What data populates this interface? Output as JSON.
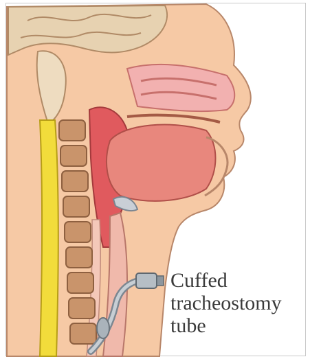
{
  "label": {
    "lines": [
      "Cuffed",
      "tracheostomy",
      "tube"
    ]
  },
  "colors": {
    "skin": "#f6c9a5",
    "tissue": "#e89a94",
    "tongue": "#e8877d",
    "spinal_cord": "#f2dc3b",
    "vertebra": "#c9946b",
    "brain": "#e7d2b1",
    "tube": "#9aa3ab"
  },
  "icons": [
    "sagittal-head-anatomy",
    "tracheostomy-tube-icon"
  ]
}
